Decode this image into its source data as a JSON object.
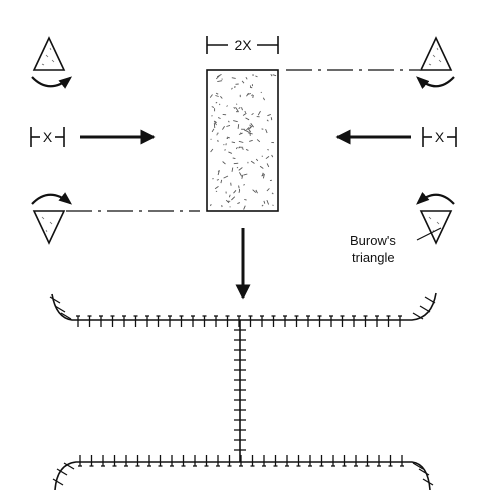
{
  "labels": {
    "defect_width": "2X",
    "advance_left": "X",
    "advance_right": "X",
    "burow_line1": "Burow's",
    "burow_line2": "triangle"
  },
  "colors": {
    "ink": "#111111",
    "stipple": "#555555",
    "background": "#ffffff"
  }
}
